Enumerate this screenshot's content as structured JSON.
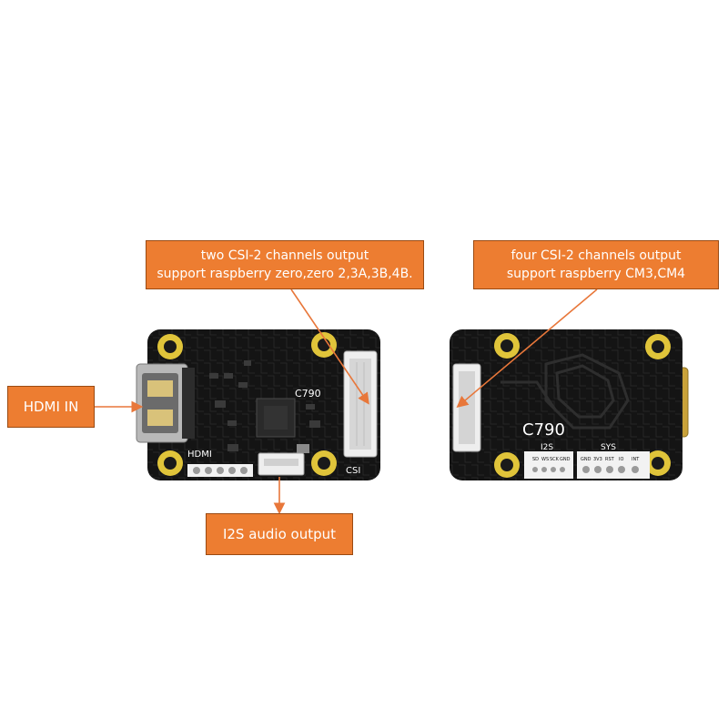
{
  "annotations": {
    "csi_two": {
      "line1": "two CSI-2 channels output",
      "line2": "support raspberry zero,zero 2,3A,3B,4B."
    },
    "csi_four": {
      "line1": "four CSI-2 channels output",
      "line2": "support raspberry CM3,CM4"
    },
    "hdmi_in": "HDMI IN",
    "i2s_output": "I2S audio output"
  },
  "board_front": {
    "chip_label": "C790",
    "hdmi_silk": "HDMI",
    "csi_silk": "CSI"
  },
  "board_back": {
    "chip_label": "C790",
    "i2s_silk": "I2S",
    "sys_silk": "SYS",
    "i2s_pins": [
      "SD",
      "WS",
      "SCK",
      "GND"
    ],
    "sys_pins": [
      "GND",
      "3V3",
      "RST",
      "IO",
      "INT"
    ]
  },
  "colors": {
    "callout_fill": "#ed7d31",
    "arrow": "#e8773a",
    "pcb": "#141414",
    "mount_pad": "#e0c43a"
  }
}
